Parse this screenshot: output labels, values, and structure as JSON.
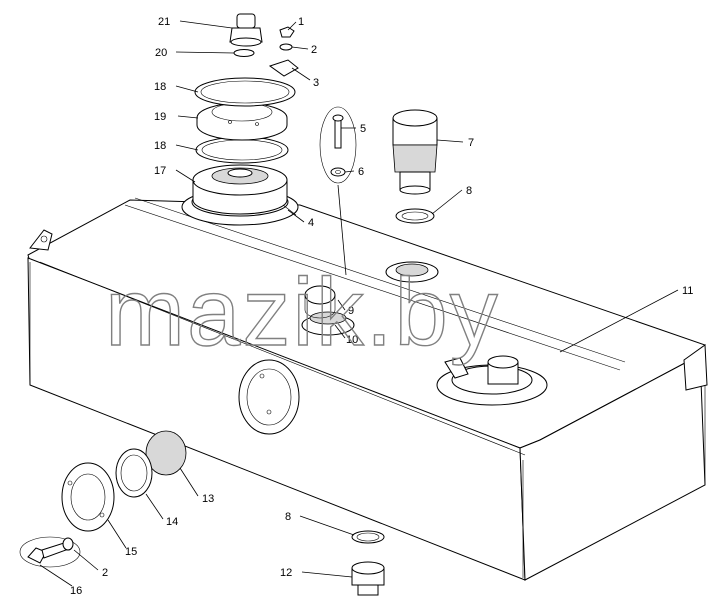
{
  "watermark": "mazik.by",
  "callouts": [
    {
      "id": "21",
      "text": "21"
    },
    {
      "id": "1",
      "text": "1"
    },
    {
      "id": "20",
      "text": "20"
    },
    {
      "id": "2a",
      "text": "2"
    },
    {
      "id": "3",
      "text": "3"
    },
    {
      "id": "18a",
      "text": "18"
    },
    {
      "id": "19",
      "text": "19"
    },
    {
      "id": "18b",
      "text": "18"
    },
    {
      "id": "17",
      "text": "17"
    },
    {
      "id": "5",
      "text": "5"
    },
    {
      "id": "6",
      "text": "6"
    },
    {
      "id": "7",
      "text": "7"
    },
    {
      "id": "8a",
      "text": "8"
    },
    {
      "id": "4",
      "text": "4"
    },
    {
      "id": "11",
      "text": "11"
    },
    {
      "id": "9",
      "text": "9"
    },
    {
      "id": "10",
      "text": "10"
    },
    {
      "id": "13",
      "text": "13"
    },
    {
      "id": "14",
      "text": "14"
    },
    {
      "id": "15",
      "text": "15"
    },
    {
      "id": "2b",
      "text": "2"
    },
    {
      "id": "16",
      "text": "16"
    },
    {
      "id": "8b",
      "text": "8"
    },
    {
      "id": "12",
      "text": "12"
    }
  ]
}
